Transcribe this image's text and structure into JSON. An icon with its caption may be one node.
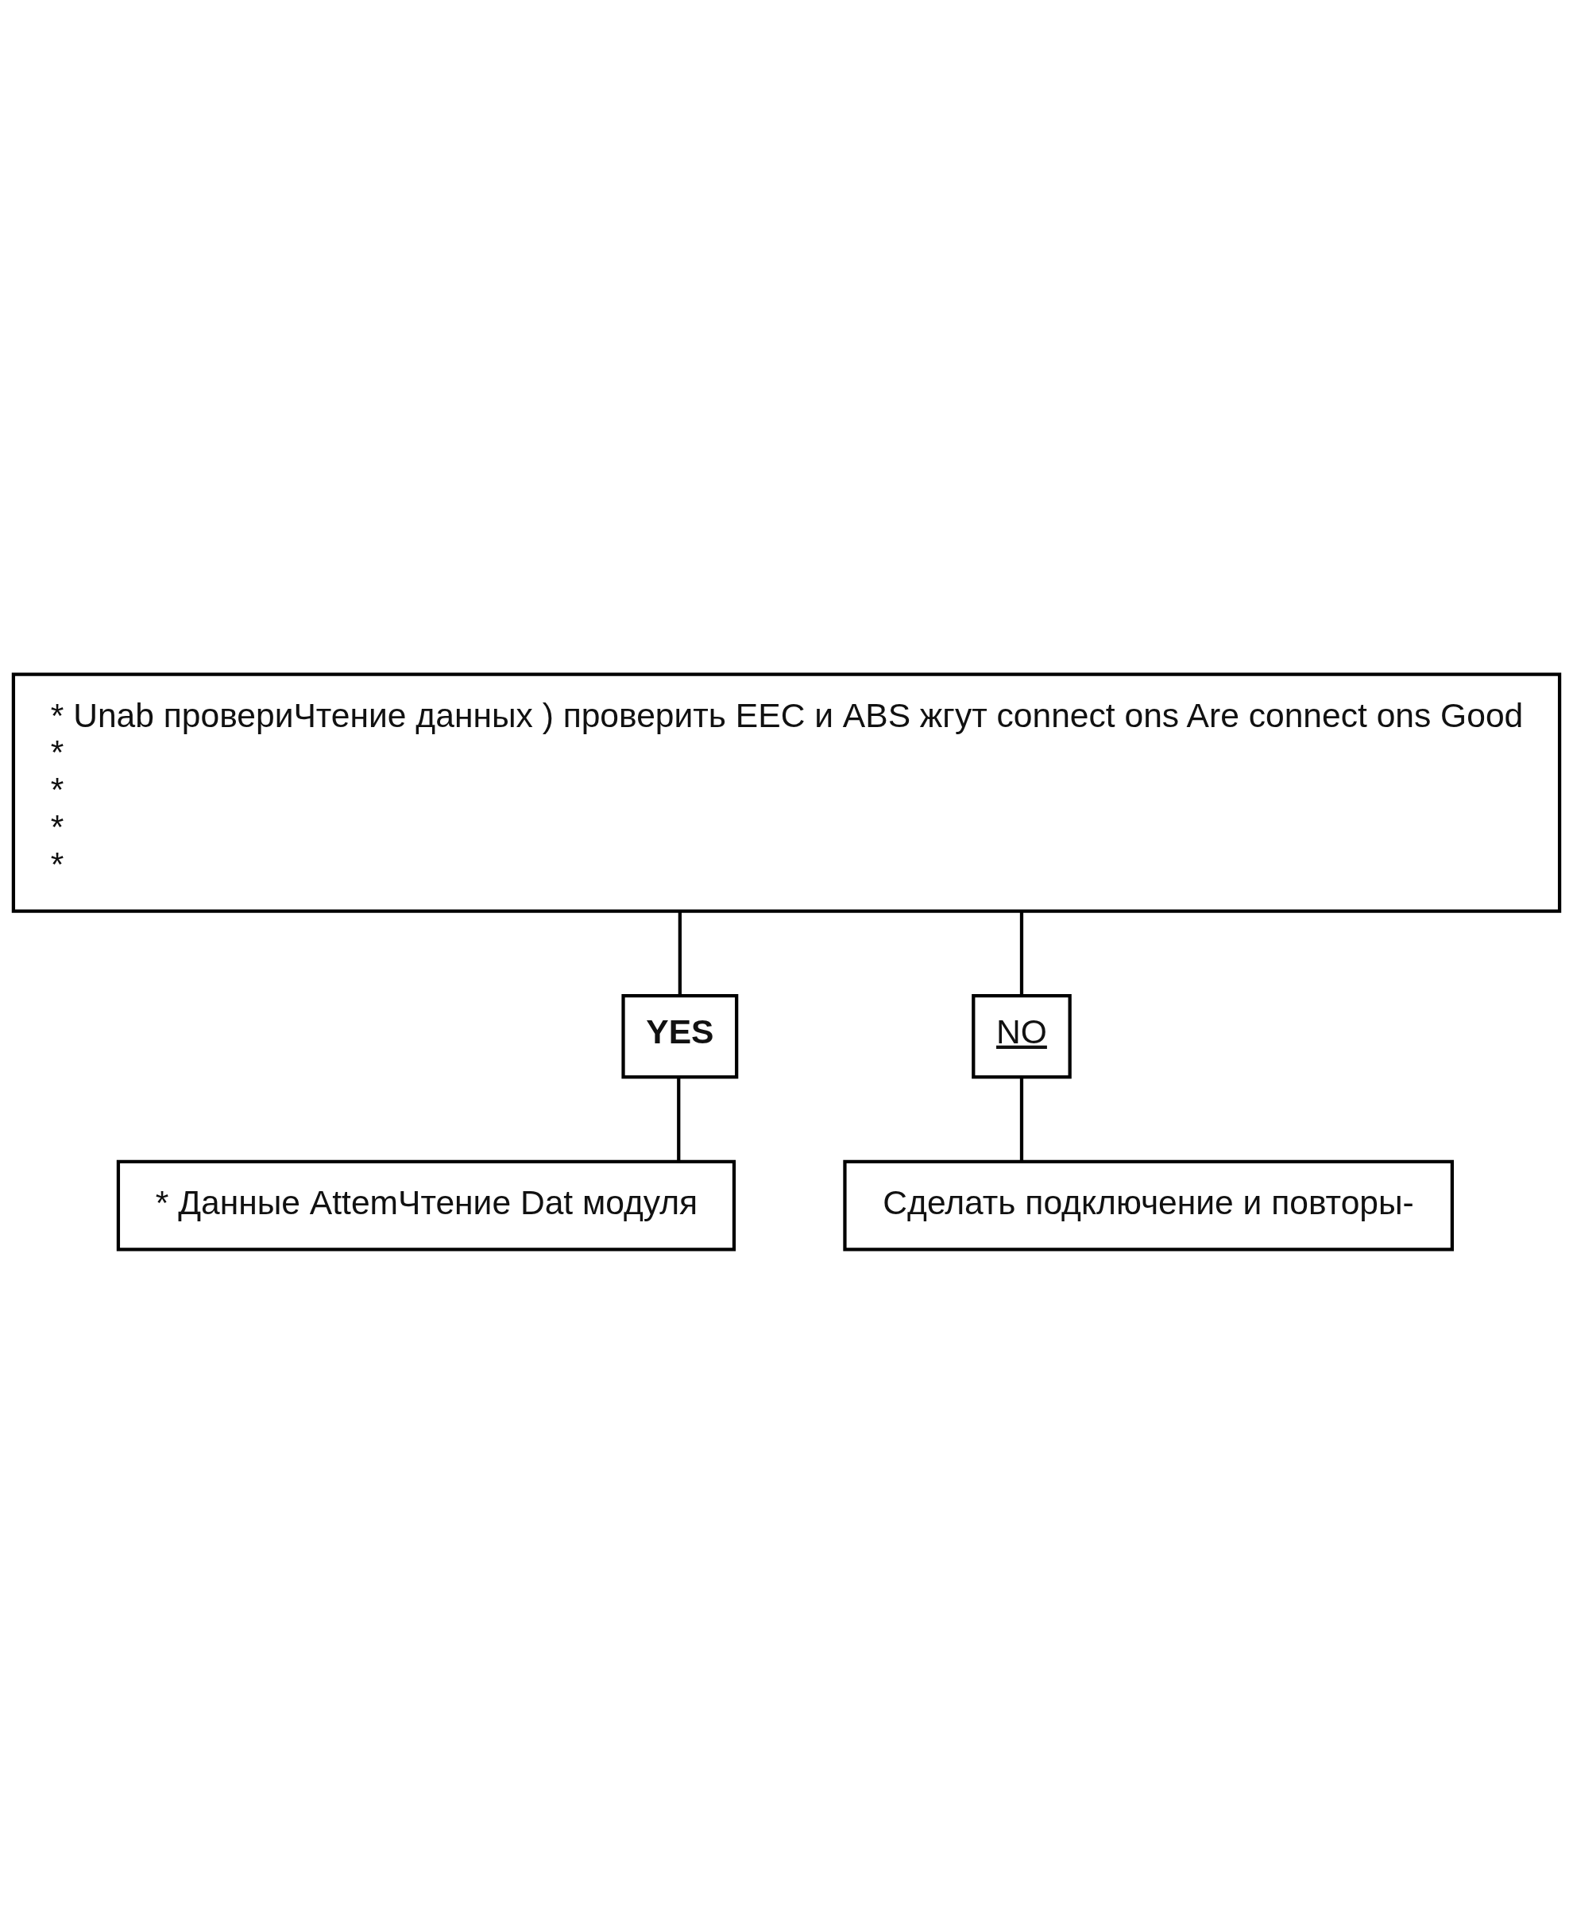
{
  "diagram": {
    "nodes": [
      {
        "text": [
          "* Unab провериЧтение данных ) проверить EEC и ABS жгут connect ons Are connect ons Good",
          "*",
          "*",
          "*",
          "*"
        ]
      },
      {
        "text": [
          "YES"
        ]
      },
      {
        "text": [
          "NO"
        ]
      },
      {
        "text": [
          "* Данные AttemЧтение Dat модуля"
        ]
      },
      {
        "text": [
          "Сделать подключение и повторы-"
        ]
      }
    ],
    "edges": [
      {
        "from": 0,
        "to": 1,
        "arrow": "none"
      },
      {
        "from": 0,
        "to": 2,
        "arrow": "none"
      },
      {
        "from": 1,
        "to": 3,
        "arrow": "none"
      },
      {
        "from": 2,
        "to": 4,
        "arrow": "none"
      }
    ]
  }
}
